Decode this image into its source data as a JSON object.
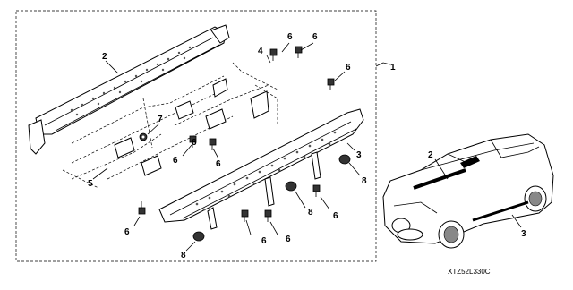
{
  "diagram": {
    "callouts": {
      "c1": "1",
      "c2_top": "2",
      "c3": "3",
      "c4": "4",
      "c5": "5",
      "c6_a": "6",
      "c6_b": "6",
      "c6_c": "6",
      "c6_d": "6",
      "c6_e": "6",
      "c6_f": "6",
      "c6_g": "6",
      "c6_h": "6",
      "c6_i": "6",
      "c6_j": "6",
      "c7": "7",
      "c8_a": "8",
      "c8_b": "8",
      "c8_c": "8",
      "car_c2": "2",
      "car_c3": "3"
    },
    "part_code": "XTZ52L330C"
  }
}
